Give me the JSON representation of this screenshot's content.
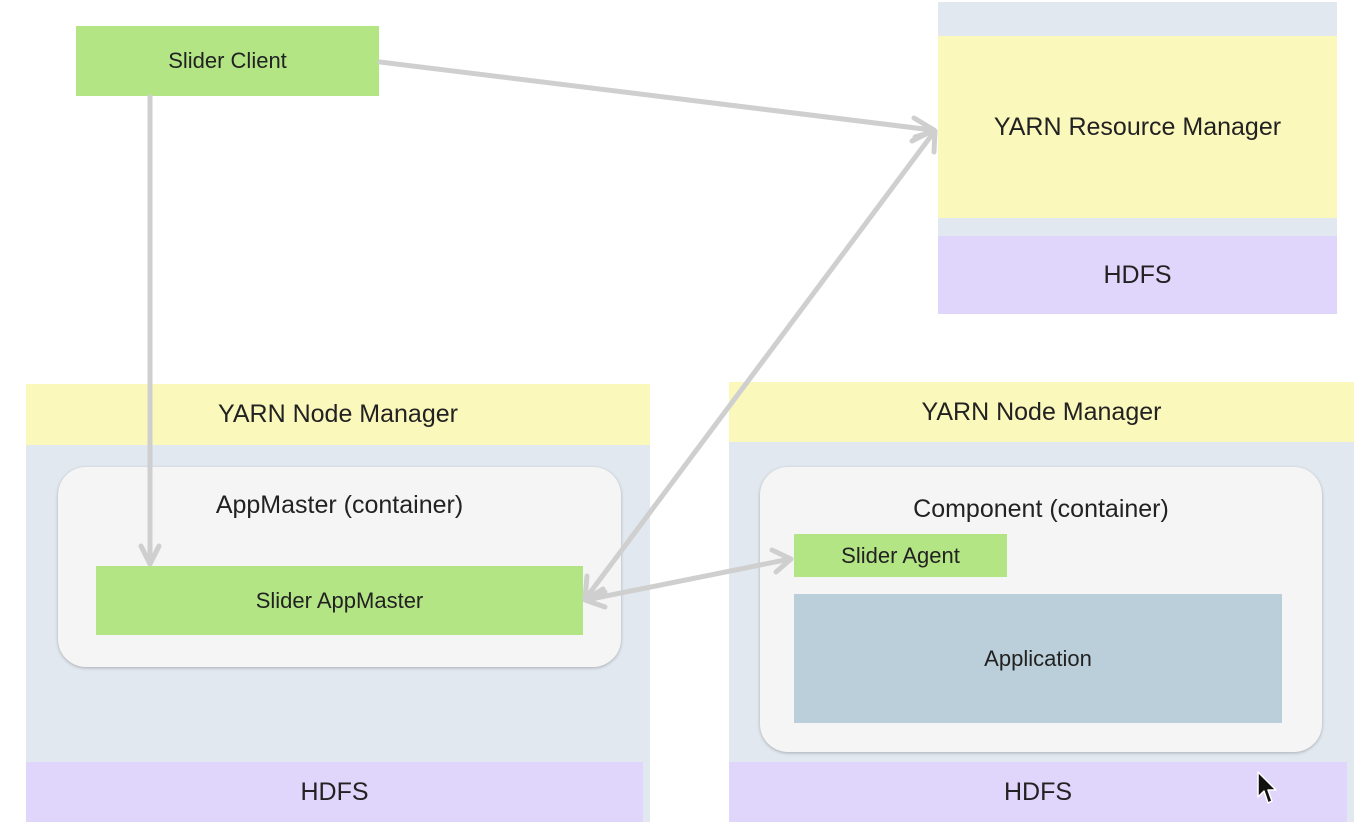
{
  "slider_client": "Slider Client",
  "resource_manager": {
    "title": "YARN Resource Manager",
    "hdfs": "HDFS"
  },
  "left_node": {
    "title": "YARN Node Manager",
    "container_title": "AppMaster (container)",
    "appmaster": "Slider AppMaster",
    "hdfs": "HDFS"
  },
  "right_node": {
    "title": "YARN Node Manager",
    "container_title": "Component (container)",
    "agent": "Slider Agent",
    "application": "Application",
    "hdfs": "HDFS"
  },
  "colors": {
    "green": "#b3e585",
    "yellow": "#fbf8bb",
    "purple": "#e0d5fb",
    "panel": "#e1e8ef",
    "application": "#bacfd9",
    "arrow": "#cfcfcf"
  }
}
